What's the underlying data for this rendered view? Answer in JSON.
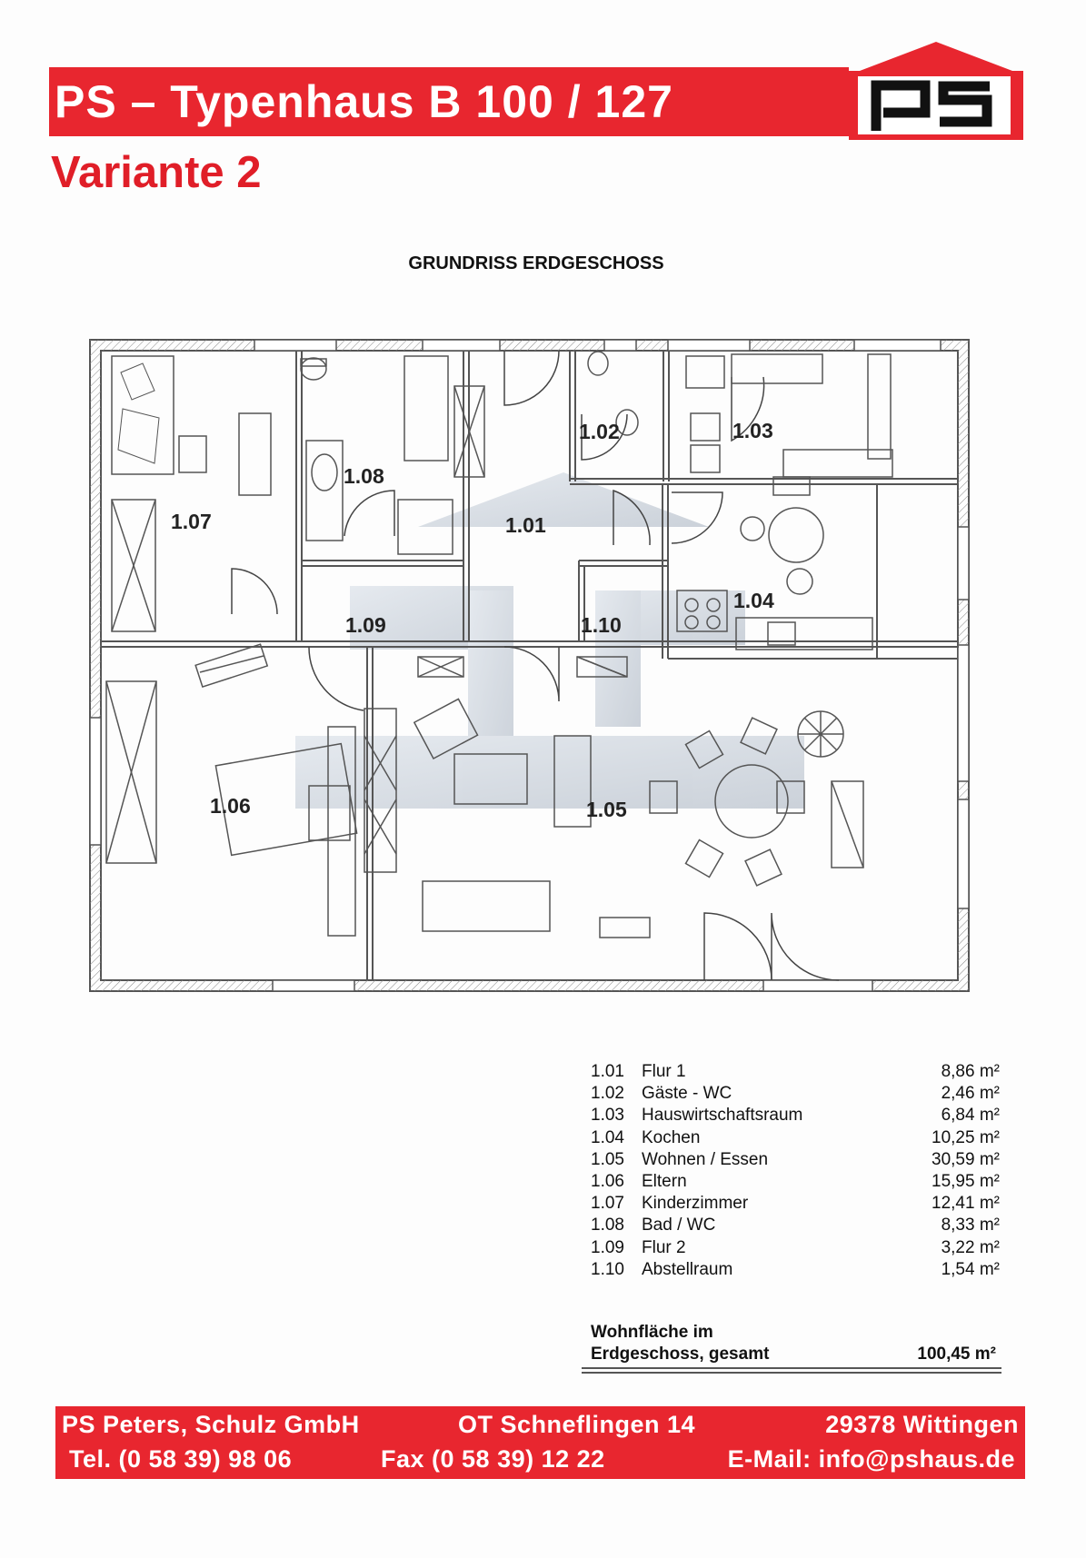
{
  "header": {
    "title": "PS – Typenhaus  B 100 / 127",
    "variant": "Variante 2",
    "logo_text": "ps",
    "brand_color": "#e8262f"
  },
  "plan": {
    "heading": "GRUNDRISS ERDGESCHOSS",
    "labels": [
      "1.01",
      "1.02",
      "1.03",
      "1.04",
      "1.05",
      "1.06",
      "1.07",
      "1.08",
      "1.09",
      "1.10"
    ]
  },
  "rooms": [
    {
      "num": "1.01",
      "name": "Flur 1",
      "area": "8,86 m²"
    },
    {
      "num": "1.02",
      "name": "Gäste - WC",
      "area": "2,46 m²"
    },
    {
      "num": "1.03",
      "name": "Hauswirtschaftsraum",
      "area": "6,84 m²"
    },
    {
      "num": "1.04",
      "name": "Kochen",
      "area": "10,25 m²"
    },
    {
      "num": "1.05",
      "name": "Wohnen / Essen",
      "area": "30,59 m²"
    },
    {
      "num": "1.06",
      "name": "Eltern",
      "area": "15,95 m²"
    },
    {
      "num": "1.07",
      "name": "Kinderzimmer",
      "area": "12,41 m²"
    },
    {
      "num": "1.08",
      "name": "Bad / WC",
      "area": "8,33 m²"
    },
    {
      "num": "1.09",
      "name": "Flur 2",
      "area": "3,22 m²"
    },
    {
      "num": "1.10",
      "name": "Abstellraum",
      "area": "1,54 m²"
    }
  ],
  "total": {
    "label_line1": "Wohnfläche im",
    "label_line2": "Erdgeschoss, gesamt",
    "value": "100,45 m²"
  },
  "footer": {
    "company": "PS Peters, Schulz GmbH",
    "street": "OT Schneflingen 14",
    "city": "29378 Wittingen",
    "tel": "Tel. (0 58 39) 98 06",
    "fax": "Fax (0 58 39) 12 22",
    "email": "E-Mail: info@pshaus.de"
  }
}
